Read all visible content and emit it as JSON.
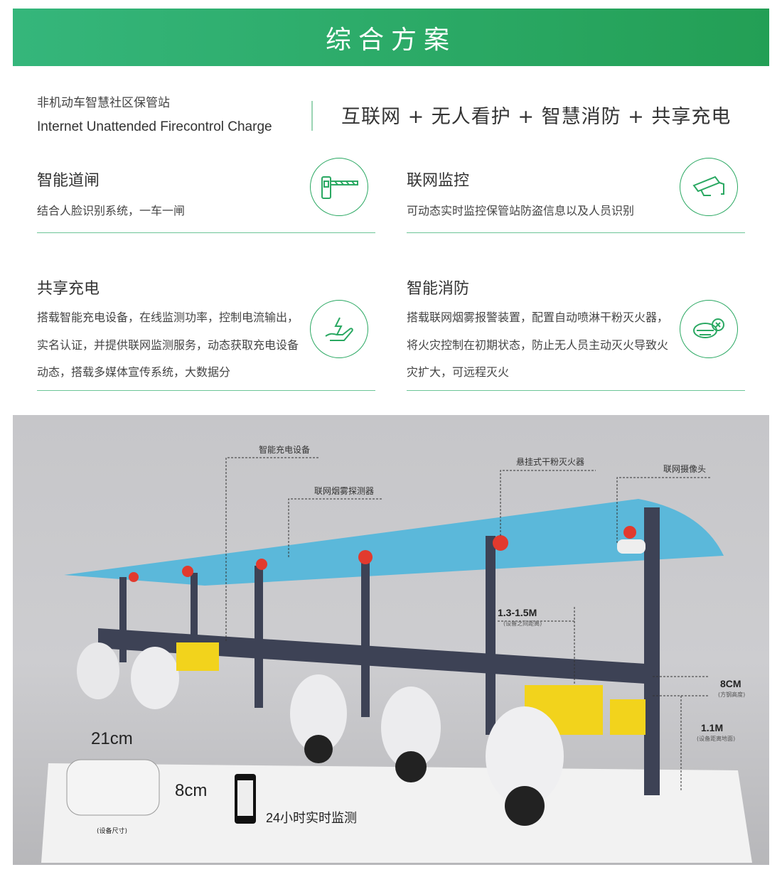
{
  "banner": {
    "title": "综合方案"
  },
  "intro": {
    "title_cn": "非机动车智慧社区保管站",
    "title_en": "Internet Unattended Firecontrol Charge",
    "slogan": "互联网 + 无人看护 + 智慧消防 + 共享充电"
  },
  "features": [
    {
      "title": "智能道闸",
      "desc": "结合人脸识别系统，一车一闸",
      "icon": "barrier-gate-icon"
    },
    {
      "title": "联网监控",
      "desc": "可动态实时监控保管站防盗信息以及人员识别",
      "icon": "cctv-camera-icon"
    },
    {
      "title": "共享充电",
      "desc": "搭载智能充电设备，在线监测功率，控制电流输出，实名认证，并提供联网监测服务，动态获取充电设备动态，搭载多媒体宣传系统，大数据分",
      "icon": "hand-charging-icon"
    },
    {
      "title": "智能消防",
      "desc": "搭载联网烟雾报警装置，配置自动喷淋干粉灭火器，将火灾控制在初期状态，防止无人员主动灭火导致火灾扩大，可远程灭火",
      "icon": "smoke-detector-icon"
    }
  ],
  "scene": {
    "labels": {
      "charger": "智能充电设备",
      "smoke": "联网烟雾探测器",
      "extinguisher": "悬挂式干粉灭火器",
      "camera": "联网摄像头"
    },
    "dims": {
      "spacing": "1.3-1.5M",
      "spacing_note": "(设备之间距离)",
      "beam": "8CM",
      "beam_note": "(方钢高度)",
      "height": "1.1M",
      "height_note": "(设备距离地面)",
      "width": "21cm",
      "depth": "8cm",
      "size_note": "(设备尺寸)",
      "monitor": "24小时实时监测"
    },
    "colors": {
      "canopy": "#4fb6dc",
      "frame": "#3d4255",
      "scooter_yellow": "#f2d31c"
    }
  }
}
